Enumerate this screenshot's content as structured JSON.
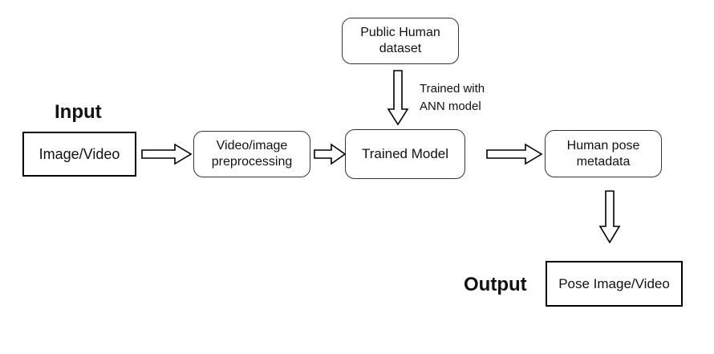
{
  "diagram": {
    "headings": {
      "input": "Input",
      "output": "Output"
    },
    "nodes": {
      "image_video": "Image/Video",
      "preprocessing": "Video/image\npreprocessing",
      "trained_model": "Trained Model",
      "public_dataset": "Public Human\ndataset",
      "pose_metadata": "Human pose\nmetadata",
      "pose_output": "Pose Image/Video"
    },
    "edge_labels": {
      "trained_with": "Trained with\nANN model"
    }
  }
}
